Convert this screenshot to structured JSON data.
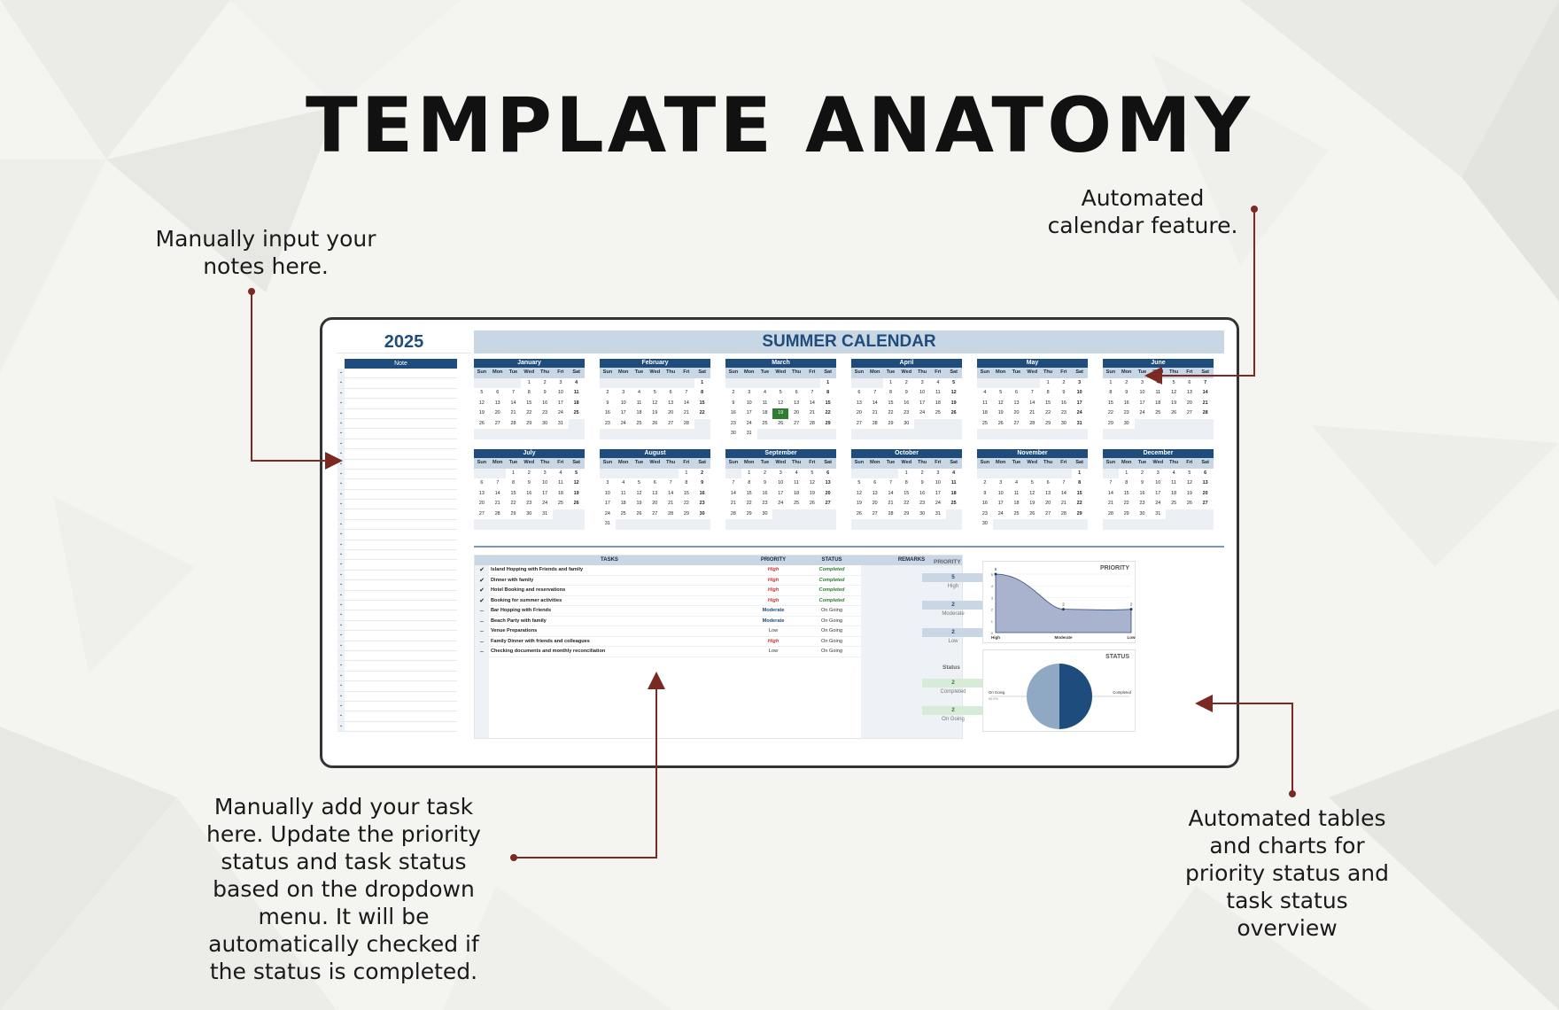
{
  "title": "TEMPLATE ANATOMY",
  "callouts": {
    "notes": "Manually input your\nnotes here.",
    "calendar": "Automated\ncalendar feature.",
    "tasks": "Manually add your task\nhere. Update the priority\nstatus and task status\nbased on the dropdown\nmenu. It will be\nautomatically checked if\nthe status is completed.",
    "charts": "Automated tables\nand charts for\npriority status and\ntask status\noverview"
  },
  "sheet": {
    "year": "2025",
    "calendar_title": "SUMMER CALENDAR",
    "notes_header": "Note",
    "weekdays": [
      "Sun",
      "Mon",
      "Tue",
      "Wed",
      "Thu",
      "Fri",
      "Sat"
    ],
    "months": [
      {
        "name": "January",
        "start": 3,
        "days": 31
      },
      {
        "name": "February",
        "start": 6,
        "days": 28
      },
      {
        "name": "March",
        "start": 6,
        "days": 31,
        "today": 19
      },
      {
        "name": "April",
        "start": 2,
        "days": 30
      },
      {
        "name": "May",
        "start": 4,
        "days": 31
      },
      {
        "name": "June",
        "start": 0,
        "days": 30
      },
      {
        "name": "July",
        "start": 2,
        "days": 31
      },
      {
        "name": "August",
        "start": 5,
        "days": 31
      },
      {
        "name": "September",
        "start": 1,
        "days": 30
      },
      {
        "name": "October",
        "start": 3,
        "days": 31
      },
      {
        "name": "November",
        "start": 6,
        "days": 30
      },
      {
        "name": "December",
        "start": 1,
        "days": 31
      }
    ],
    "tasks_headers": {
      "task": "TASKS",
      "priority": "PRIORITY",
      "status": "STATUS",
      "remarks": "REMARKS"
    },
    "tasks": [
      {
        "check": "✔",
        "name": "Island Hopping with Friends and family",
        "priority": "High",
        "status": "Completed"
      },
      {
        "check": "✔",
        "name": "Dinner with family",
        "priority": "High",
        "status": "Completed"
      },
      {
        "check": "✔",
        "name": "Hotel Booking and reservations",
        "priority": "High",
        "status": "Completed"
      },
      {
        "check": "✔",
        "name": "Booking for summer activities",
        "priority": "High",
        "status": "Completed"
      },
      {
        "check": "–",
        "name": "Bar Hopping with Friends",
        "priority": "Moderate",
        "status": "On Going"
      },
      {
        "check": "–",
        "name": "Beach Party with family",
        "priority": "Moderate",
        "status": "On Going"
      },
      {
        "check": "–",
        "name": "Venue Preparations",
        "priority": "Low",
        "status": "On Going"
      },
      {
        "check": "–",
        "name": "Family Dinner with friends and colleagues",
        "priority": "High",
        "status": "On Going"
      },
      {
        "check": "–",
        "name": "Checking documents and monthly reconciliation",
        "priority": "Low",
        "status": "On Going"
      }
    ],
    "priority_summary": {
      "label": "PRIORITY",
      "items": [
        {
          "count": "5",
          "label": "High"
        },
        {
          "count": "2",
          "label": "Moderate"
        },
        {
          "count": "2",
          "label": "Low"
        }
      ]
    },
    "status_summary": {
      "label": "Status",
      "items": [
        {
          "count": "2",
          "label": "Completed"
        },
        {
          "count": "2",
          "label": "On Going"
        }
      ]
    },
    "priority_chart": {
      "title": "PRIORITY",
      "categories": [
        "High",
        "Moderate",
        "Low"
      ],
      "values": [
        5,
        2,
        2
      ],
      "ylim": [
        0,
        5
      ],
      "yticks": [
        "0",
        "1",
        "2",
        "3",
        "4",
        "5"
      ]
    },
    "status_chart": {
      "title": "STATUS",
      "labels": [
        "On Going",
        "Completed"
      ],
      "values": [
        50,
        50
      ],
      "left_sub": "50.0%",
      "colors": [
        "#8fa9c4",
        "#1e4c7c"
      ]
    }
  }
}
